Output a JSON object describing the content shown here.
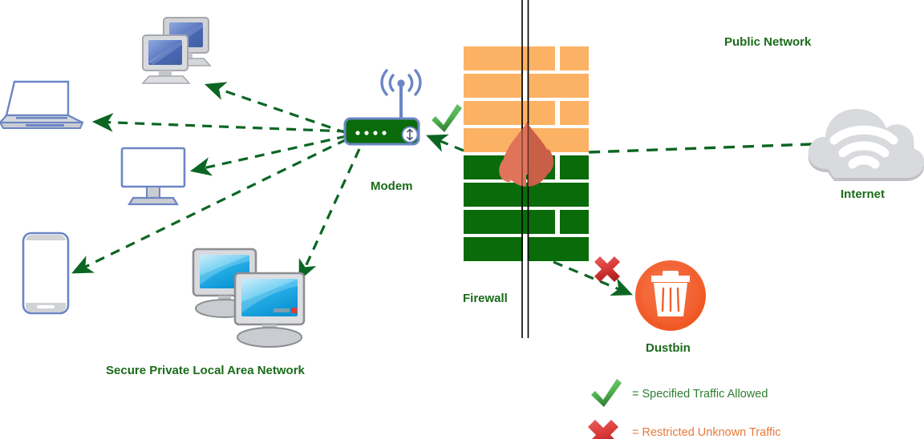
{
  "diagram": {
    "title_labels": {
      "public_network": "Public Network",
      "internet": "Internet",
      "modem": "Modem",
      "firewall": "Firewall",
      "dustbin": "Dustbin",
      "lan": "Secure Private Local Area Network"
    },
    "legend": [
      {
        "icon": "green-check-icon",
        "text": "= Specified Traffic Allowed"
      },
      {
        "icon": "red-cross-icon",
        "text": "= Restricted Unknown Traffic"
      }
    ],
    "colors": {
      "label_green": "#1a6b1a",
      "arrow_green": "#0b6623",
      "brick_orange": "#fcb265",
      "brick_green": "#0a6b0a",
      "flame_light": "#e0745a",
      "flame_dark": "#c85f47",
      "cloud_gray": "#d4d4d4",
      "dustbin_orange": "#f2602c",
      "device_blue": "#6b86c4",
      "device_gray": "#d0d2d6",
      "check_green": "#4caf50",
      "cross_red": "#d32f2f",
      "deny_text": "#e8793a"
    },
    "nodes": [
      {
        "name": "desktop-pair-top",
        "label": ""
      },
      {
        "name": "laptop",
        "label": ""
      },
      {
        "name": "monitor",
        "label": ""
      },
      {
        "name": "smartphone",
        "label": ""
      },
      {
        "name": "desktop-pair-bottom",
        "label": ""
      },
      {
        "name": "modem",
        "label": "Modem"
      },
      {
        "name": "firewall-wall",
        "label": "Firewall"
      },
      {
        "name": "internet-cloud",
        "label": "Internet"
      },
      {
        "name": "dustbin",
        "label": "Dustbin"
      }
    ],
    "connections": [
      {
        "from": "modem",
        "to": "desktop-pair-top",
        "style": "dashed-arrow"
      },
      {
        "from": "modem",
        "to": "laptop",
        "style": "dashed-arrow"
      },
      {
        "from": "modem",
        "to": "monitor",
        "style": "dashed-arrow"
      },
      {
        "from": "modem",
        "to": "smartphone",
        "style": "dashed-arrow"
      },
      {
        "from": "modem",
        "to": "desktop-pair-bottom",
        "style": "dashed-arrow"
      },
      {
        "from": "firewall-wall",
        "to": "modem",
        "style": "dashed-arrow"
      },
      {
        "from": "internet-cloud",
        "to": "firewall-wall",
        "style": "dashed-line"
      },
      {
        "from": "firewall-wall",
        "to": "dustbin",
        "style": "dashed-arrow"
      }
    ]
  }
}
